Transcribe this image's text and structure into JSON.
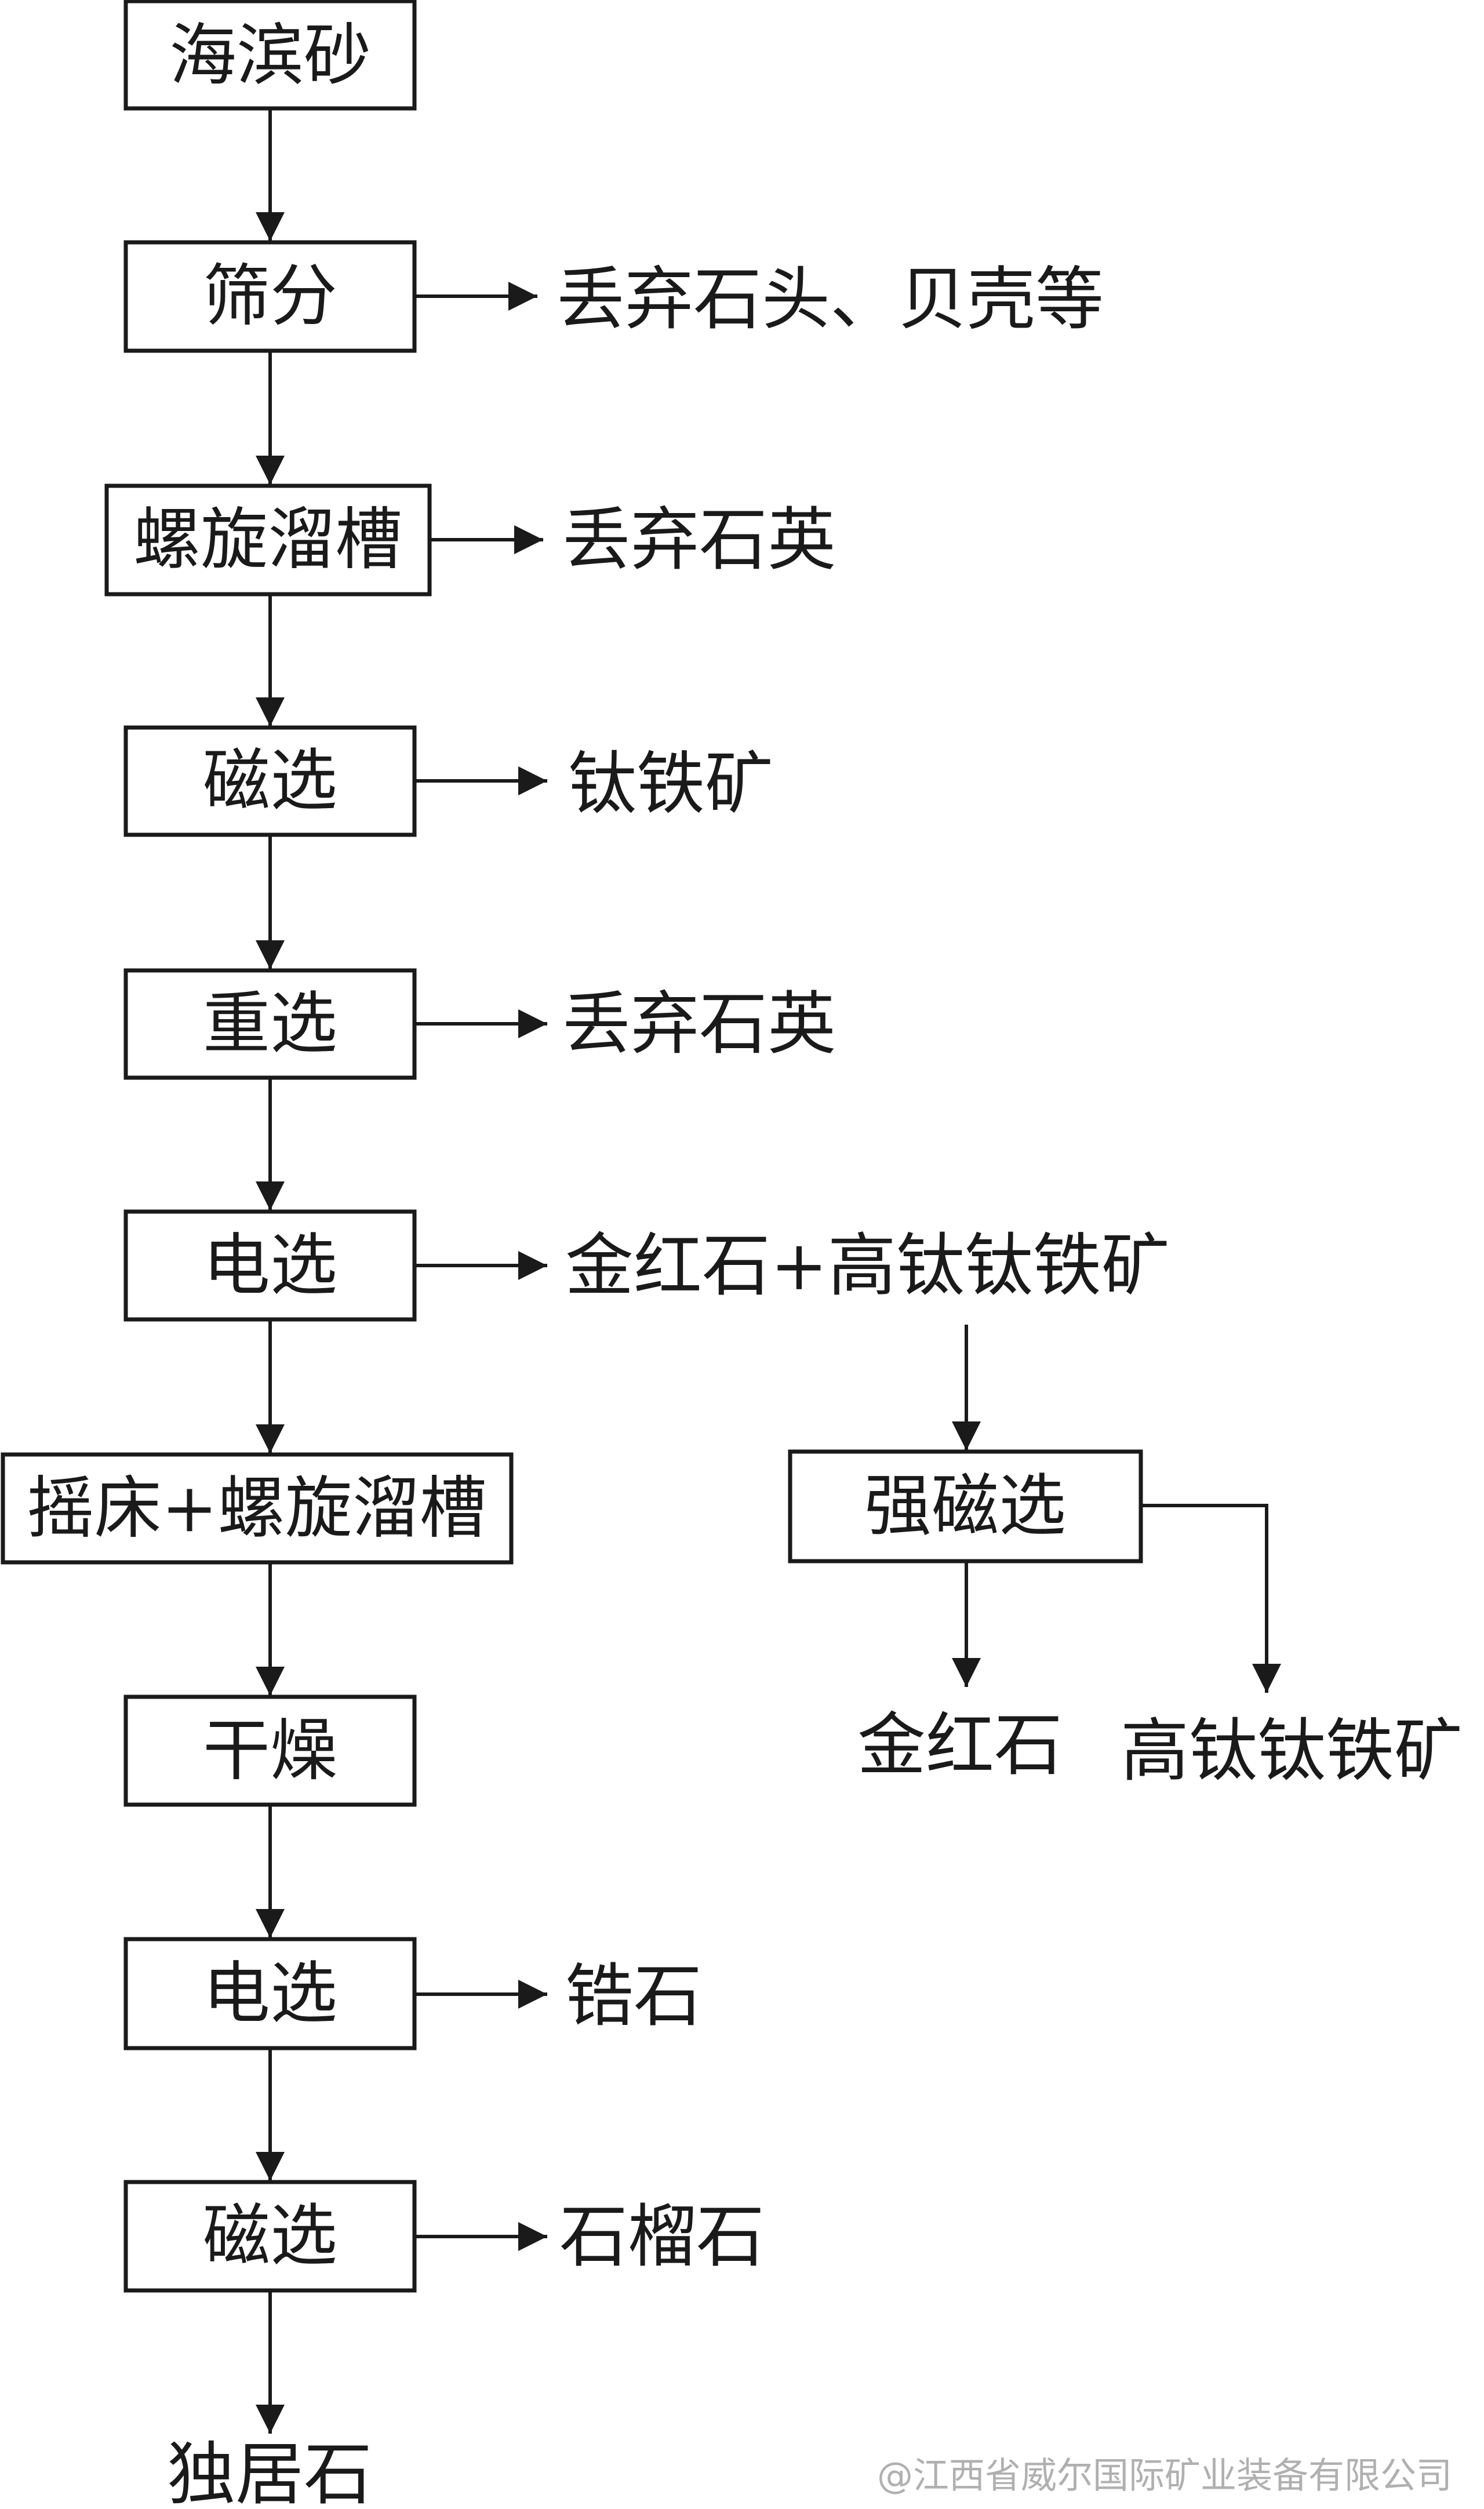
{
  "colors": {
    "line": "#1a1a1a",
    "box_fill": "#ffffff",
    "watermark": "#b0b0b0"
  },
  "nodes": {
    "n1": "海滨砂",
    "n2": "筛分",
    "n3": "螺旋溜槽",
    "n4": "磁选",
    "n5": "重选",
    "n6": "电选",
    "n7": "摇床+螺旋溜槽",
    "n8": "干燥",
    "n9": "电选",
    "n10": "磁选",
    "n11": "强磁选"
  },
  "outputs": {
    "o2": "丢弃石头、贝壳等",
    "o3": "丢弃石英",
    "o4": "钛铁矿",
    "o5": "丢弃石英",
    "o6": "金红石+高钛钛铁矿",
    "o9": "锆石",
    "o10": "石榴石",
    "final": "独居石",
    "s1": "金红石",
    "s2": "高钛钛铁矿"
  },
  "watermark": "@江西省威尔国际矿业装备有限公司"
}
